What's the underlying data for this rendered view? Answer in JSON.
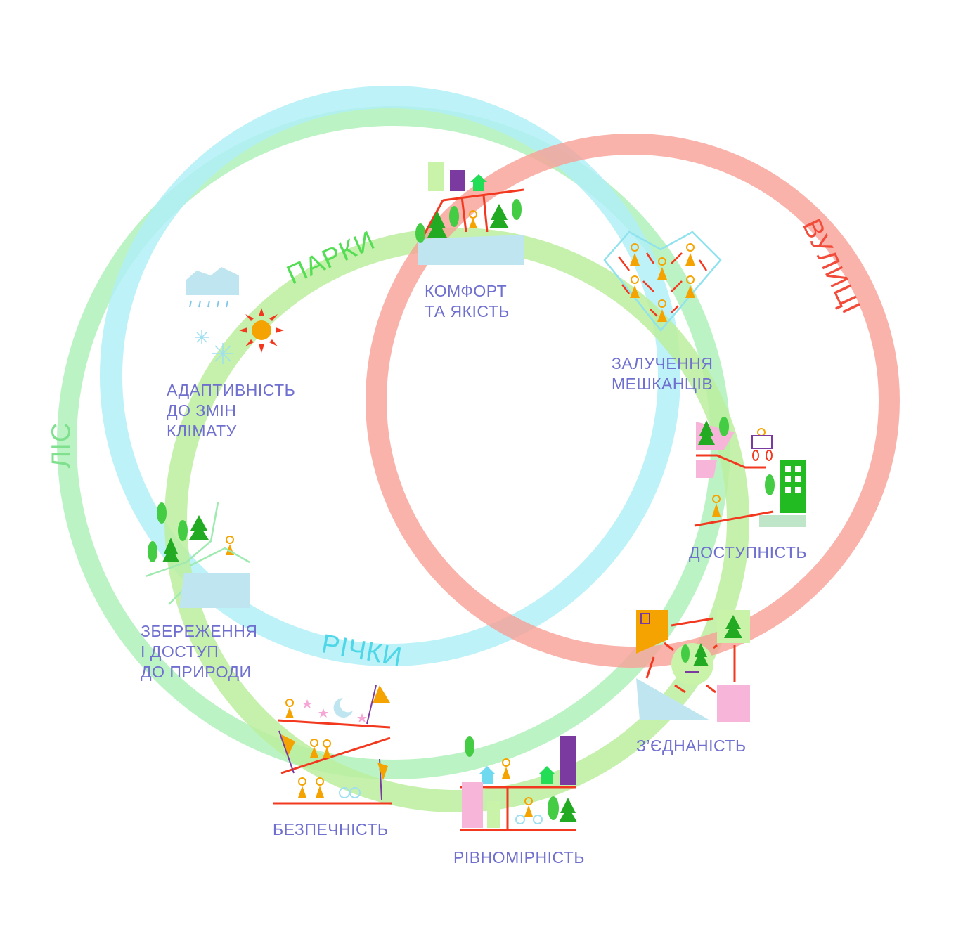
{
  "rings": {
    "forest": {
      "name": "ЛІС",
      "color": "#a6efb2"
    },
    "parks": {
      "name": "ПАРКИ",
      "color": "#b4ee98",
      "text_color": "#55dd55"
    },
    "rivers": {
      "name": "РІЧКИ",
      "color": "#b0f0f7",
      "text_color": "#4fd7e8"
    },
    "streets": {
      "name": "ВУЛИЦІ",
      "color": "#f7a096",
      "text_color": "#f24b3a"
    }
  },
  "labels": {
    "comfort": [
      "КОМФОРТ",
      "ТА ЯКІСТЬ"
    ],
    "engagement": [
      "ЗАЛУЧЕННЯ",
      "МЕШКАНЦІВ"
    ],
    "adaptivity": [
      "АДАПТИВНІСТЬ",
      "ДО ЗМІН",
      "КЛІМАТУ"
    ],
    "accessibility": [
      "ДОСТУПНІСТЬ"
    ],
    "preservation": [
      "ЗБЕРЕЖЕННЯ",
      "І ДОСТУП",
      "ДО ПРИРОДИ"
    ],
    "connectivity": [
      "З’ЄДНАНІСТЬ"
    ],
    "safety": [
      "БЕЗПЕЧНІСТЬ"
    ],
    "equity": [
      "РІВНОМІРНІСТЬ"
    ]
  },
  "colors": {
    "label_text": "#6f6fcf",
    "tree_green": "#22bb22",
    "light_green": "#bff0a0",
    "purple": "#7b3aa0",
    "person_orange": "#f5a300",
    "line_red": "#f2391f",
    "water_blue": "#bfe6f0",
    "pink": "#f7b6d9",
    "heart_outline": "#8fe2ee"
  },
  "icons": [
    "city-blocks-icon",
    "trees-icon",
    "heart-people-icon",
    "rain-cloud-icon",
    "sun-icon",
    "snowflake-icon",
    "wheelchair-icon",
    "building-icon",
    "nature-path-icon",
    "network-icon",
    "safety-street-icon",
    "equity-city-icon"
  ]
}
